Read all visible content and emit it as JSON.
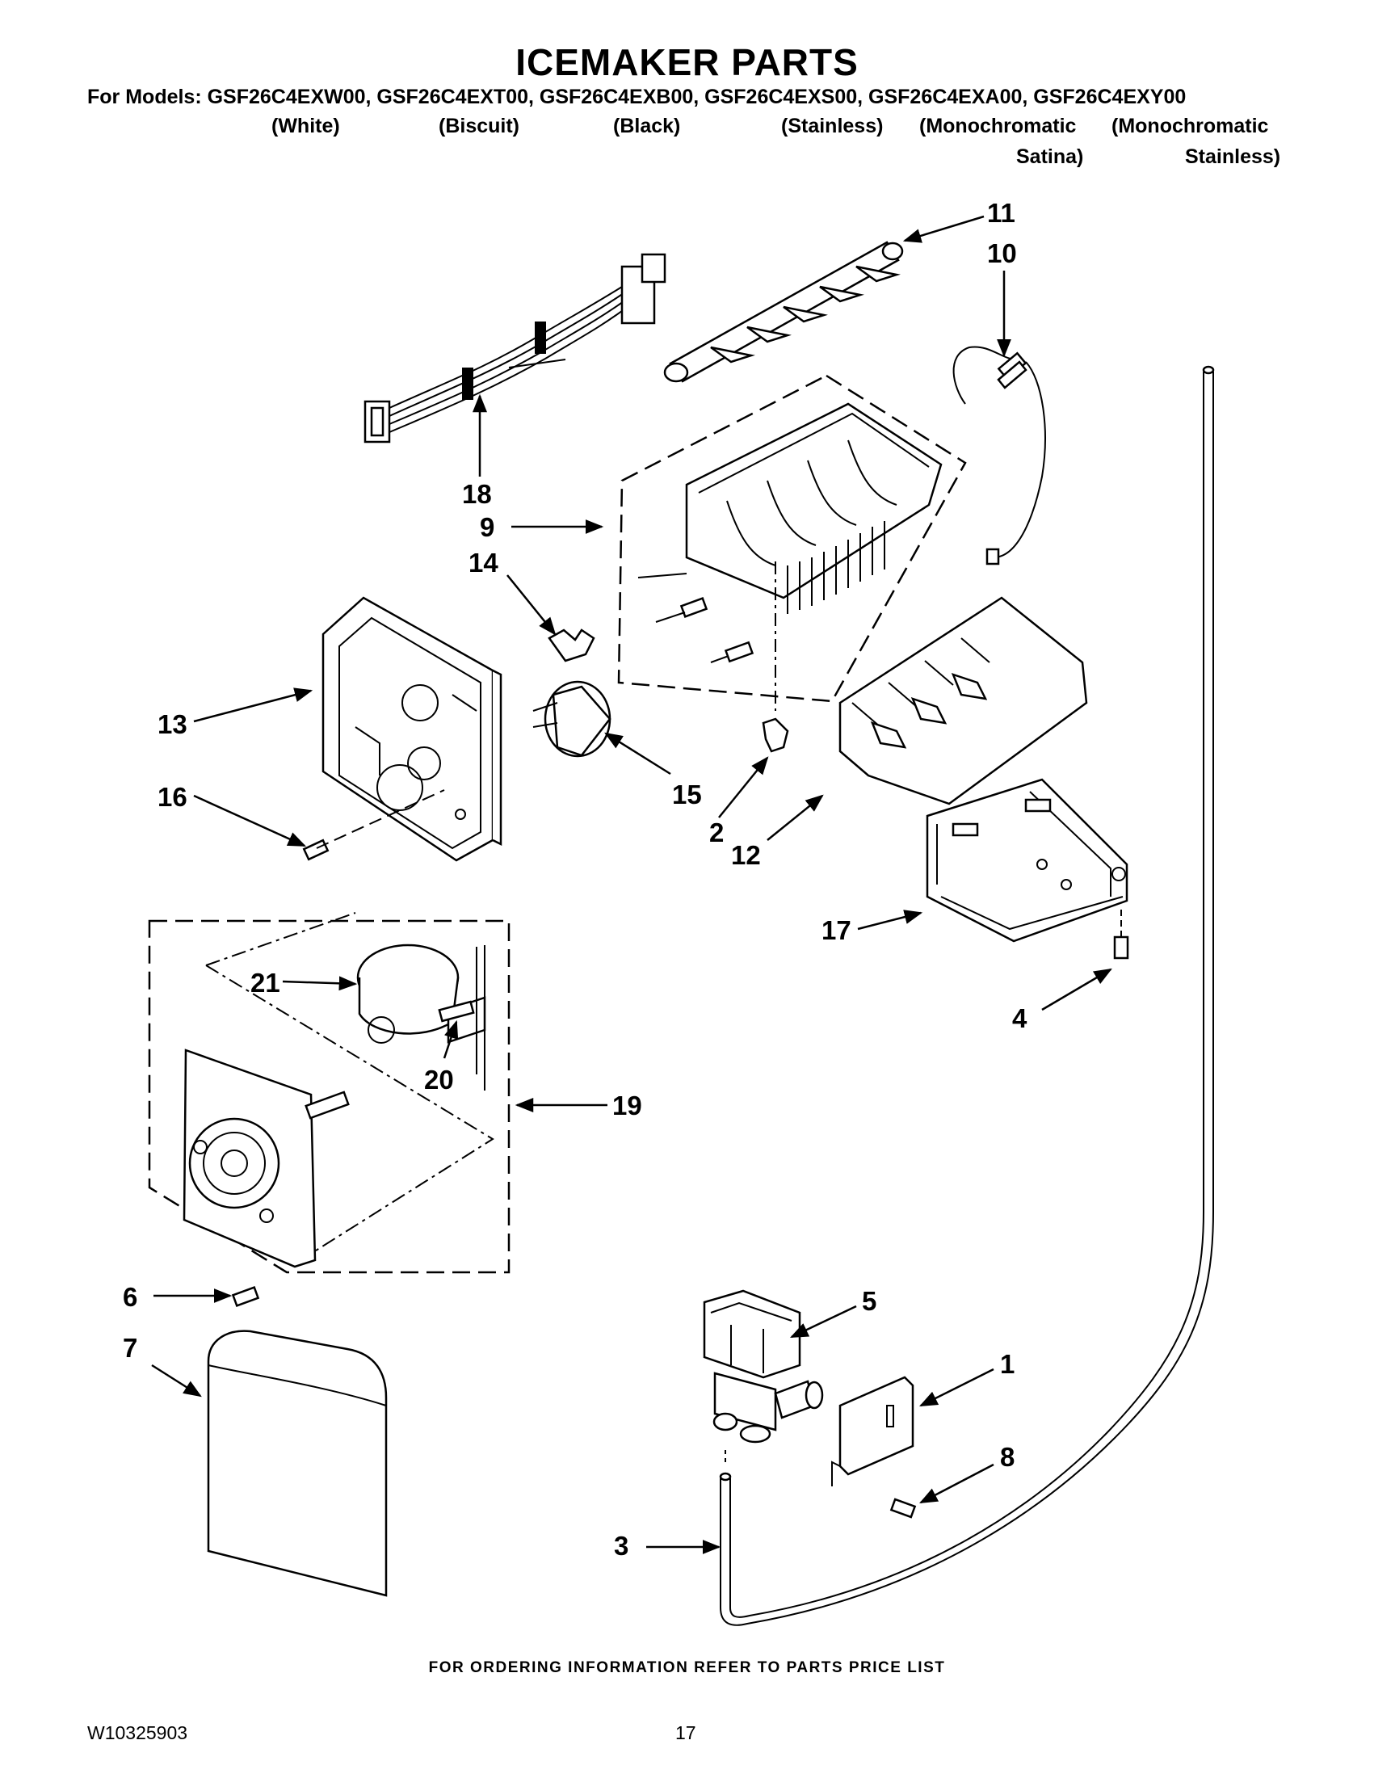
{
  "header": {
    "title": "ICEMAKER PARTS",
    "models_line": "For Models: GSF26C4EXW00, GSF26C4EXT00, GSF26C4EXB00, GSF26C4EXS00, GSF26C4EXA00, GSF26C4EXY00",
    "colors": [
      "(White)",
      "(Biscuit)",
      "(Black)",
      "(Stainless)",
      "(Monochromatic",
      "(Monochromatic"
    ],
    "colors_line2": [
      "Satina)",
      "Stainless)"
    ]
  },
  "callouts": [
    "11",
    "10",
    "18",
    "9",
    "14",
    "13",
    "15",
    "16",
    "2",
    "12",
    "17",
    "4",
    "21",
    "20",
    "19",
    "6",
    "7",
    "5",
    "1",
    "8",
    "3"
  ],
  "footer": {
    "ordering_note": "FOR ORDERING INFORMATION REFER TO PARTS PRICE LIST",
    "doc_number": "W10325903",
    "page_number": "17"
  }
}
